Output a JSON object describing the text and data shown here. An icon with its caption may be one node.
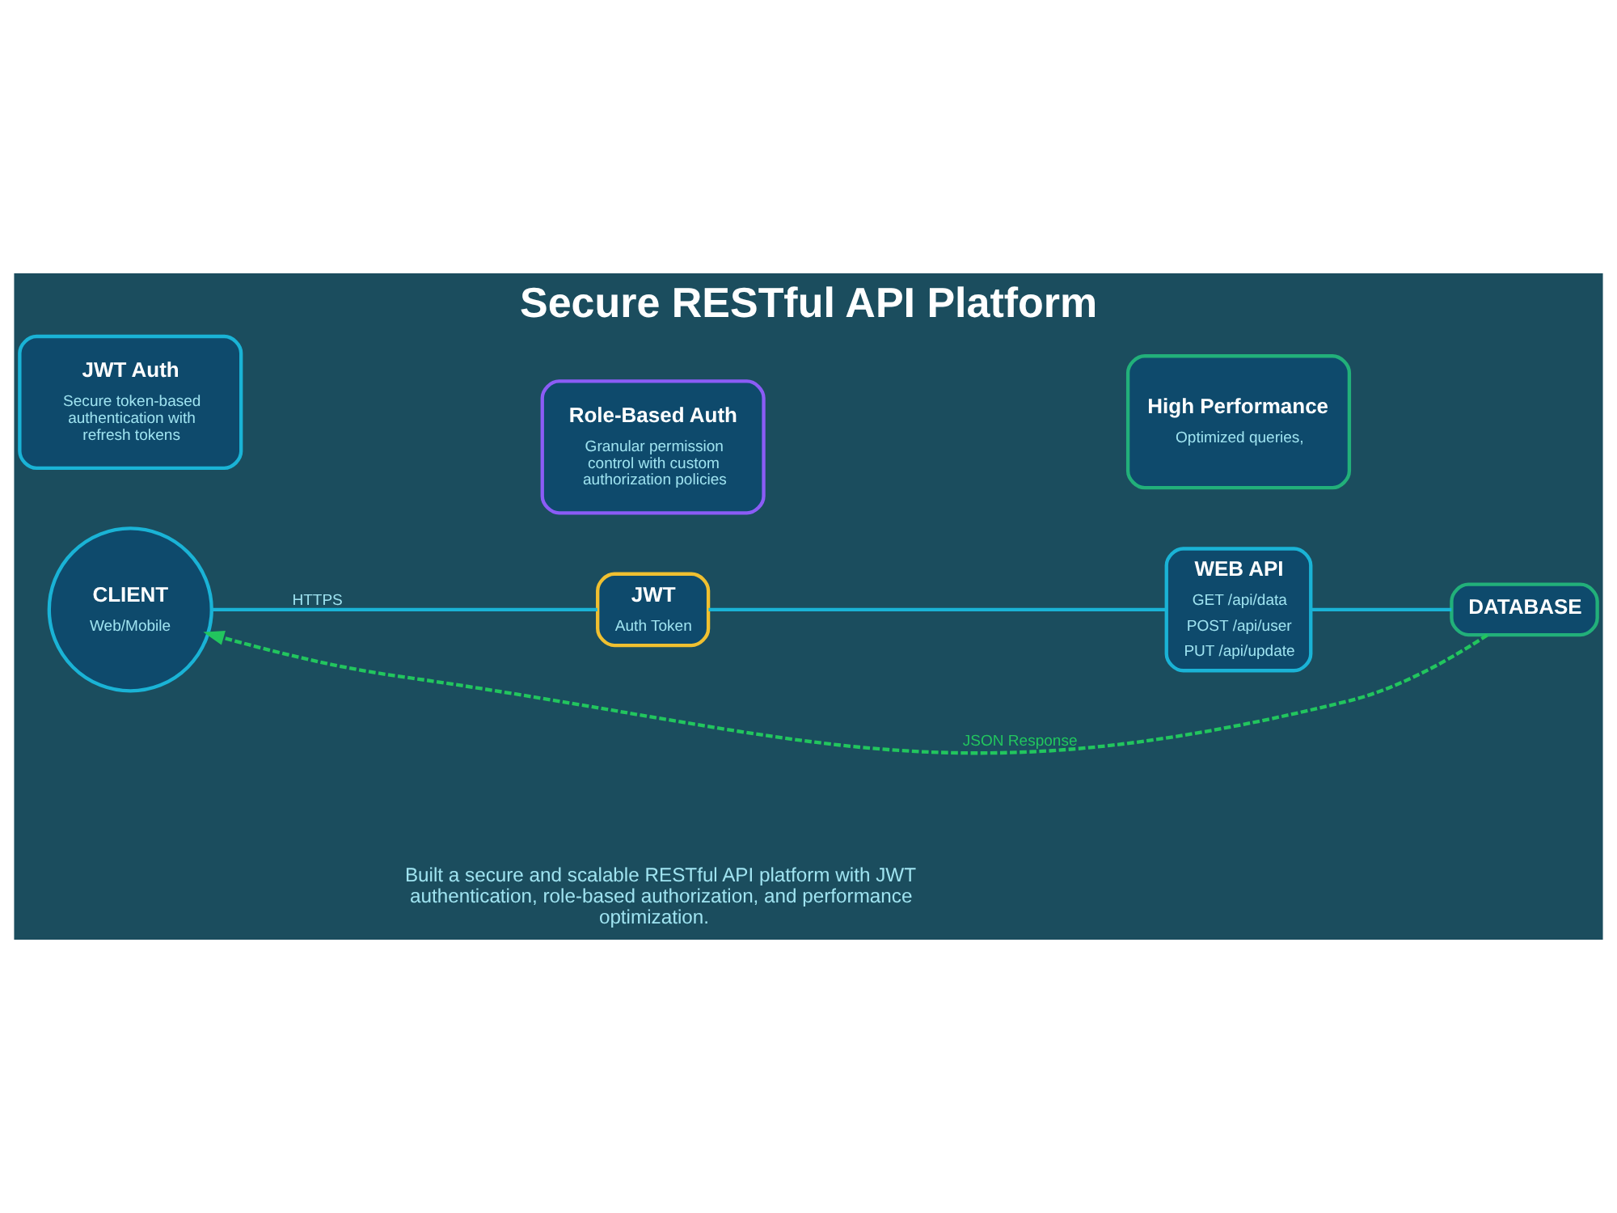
{
  "diagram": {
    "title": "Secure RESTful API Platform",
    "nodes": [
      {
        "text": [
          "CLIENT",
          "Web/Mobile"
        ]
      },
      {
        "text": [
          "JWT",
          "Auth Token"
        ]
      },
      {
        "text": [
          "WEB API",
          "GET /api/data",
          "POST /api/user",
          "PUT /api/update"
        ]
      },
      {
        "text": [
          "DATABASE"
        ]
      },
      {
        "text": [
          "JWT Auth",
          "Secure token-based authentication with refresh tokens"
        ]
      },
      {
        "text": [
          "Role-Based Auth",
          "Granular permission control with custom authorization policies"
        ]
      },
      {
        "text": [
          "High Performance",
          "Optimized queries,"
        ]
      }
    ],
    "edges": [
      {
        "from": 0,
        "to": 1,
        "arrow": "none",
        "label": "HTTPS"
      },
      {
        "from": 1,
        "to": 2,
        "arrow": "none"
      },
      {
        "from": 2,
        "to": 3,
        "arrow": "none"
      },
      {
        "from": 3,
        "to": 0,
        "arrow": "to",
        "label": "JSON Response",
        "style": "dashed",
        "color": "#22c55e"
      }
    ],
    "labels": [
      "Built a secure and scalable RESTful API platform with JWT authentication, role-based authorization, and performance optimization."
    ]
  }
}
